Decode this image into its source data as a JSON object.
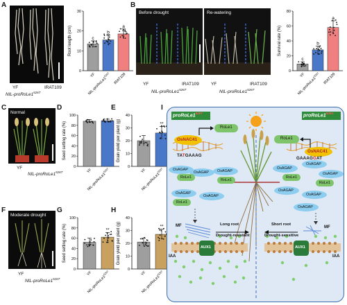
{
  "panels": {
    "a": "A",
    "b": "B",
    "c": "C",
    "d": "D",
    "e": "E",
    "f": "F",
    "g": "G",
    "h": "H",
    "i": "I"
  },
  "photos": {
    "before_drought": "Before drought",
    "re_watering": "Re-watering",
    "normal": "Normal",
    "moderate_drought": "Moderate drought"
  },
  "genotypes": {
    "yf": "YF",
    "nil": "NIL-proRoLe1",
    "nil_sup": "526T",
    "irat": "IRAT109"
  },
  "chart_data": [
    {
      "id": "root-length",
      "type": "bar",
      "ylabel": "Root length (cm)",
      "ylim": [
        0,
        30
      ],
      "yticks": [
        0,
        10,
        20,
        30
      ],
      "categories": [
        "YF",
        "NIL-proRoLe1 526T",
        "IRAT109"
      ],
      "values": [
        13.5,
        15.5,
        18.5
      ],
      "errors": [
        1.5,
        2.5,
        2.5
      ],
      "letters": [
        "c",
        "b",
        "a"
      ],
      "colors": [
        "#9e9e9e",
        "#4a78c8",
        "#f08080"
      ]
    },
    {
      "id": "survival-rate",
      "type": "bar",
      "ylabel": "Survival rate (%)",
      "ylim": [
        0,
        80
      ],
      "yticks": [
        0,
        20,
        40,
        60,
        80
      ],
      "categories": [
        "YF",
        "NIL-proRoLe1 526T",
        "IRAT109"
      ],
      "values": [
        9,
        28,
        58
      ],
      "errors": [
        3,
        5,
        9
      ],
      "letters": [
        "c",
        "b",
        "a"
      ],
      "colors": [
        "#9e9e9e",
        "#4a78c8",
        "#f08080"
      ]
    },
    {
      "id": "seed-setting-normal",
      "type": "bar",
      "ylabel": "Seed setting rate (%)",
      "ylim": [
        0,
        100
      ],
      "yticks": [
        0,
        20,
        40,
        60,
        80,
        100
      ],
      "categories": [
        "YF",
        "NIL-proRoLe1 526T"
      ],
      "values": [
        88,
        89
      ],
      "errors": [
        3,
        3
      ],
      "letters": [
        "",
        ""
      ],
      "colors": [
        "#9e9e9e",
        "#4a78c8"
      ]
    },
    {
      "id": "grain-yield-normal",
      "type": "bar",
      "ylabel": "Grain yield per plant (g)",
      "ylim": [
        0,
        40
      ],
      "yticks": [
        0,
        10,
        20,
        30,
        40
      ],
      "categories": [
        "YF",
        "NIL-proRoLe1 526T"
      ],
      "values": [
        20,
        26
      ],
      "errors": [
        4,
        5
      ],
      "letters": [
        "",
        "**"
      ],
      "colors": [
        "#9e9e9e",
        "#4a78c8"
      ]
    },
    {
      "id": "seed-setting-drought",
      "type": "bar",
      "ylabel": "Seed setting rate (%)",
      "ylim": [
        0,
        100
      ],
      "yticks": [
        0,
        20,
        40,
        60,
        80,
        100
      ],
      "categories": [
        "YF",
        "NIL-proRoLe1 526T"
      ],
      "values": [
        52,
        62
      ],
      "errors": [
        8,
        9
      ],
      "letters": [
        "",
        "**"
      ],
      "colors": [
        "#9e9e9e",
        "#c8a060"
      ]
    },
    {
      "id": "grain-yield-drought",
      "type": "bar",
      "ylabel": "Grain yield per plant (g)",
      "ylim": [
        0,
        40
      ],
      "yticks": [
        0,
        10,
        20,
        30,
        40
      ],
      "categories": [
        "YF",
        "NIL-proRoLe1 526T"
      ],
      "values": [
        21,
        27
      ],
      "errors": [
        3,
        4
      ],
      "letters": [
        "",
        "**"
      ],
      "colors": [
        "#9e9e9e",
        "#c8a060"
      ]
    }
  ],
  "model": {
    "promoter_left": "proRoLe1",
    "promoter_left_sup": "526T",
    "promoter_right": "proRoLe1",
    "promoter_right_sup": "526G",
    "tf": "OsNAC41",
    "gene": "RoLe1",
    "motif_left_a": "TA",
    "motif_left_b": "T",
    "motif_left_c": "GAAAG",
    "motif_right_a": "GAAAG",
    "motif_right_b": "G",
    "motif_right_c": "AT",
    "agap": "OsAGAP",
    "mf": "MF",
    "aux1": "AUX1",
    "iaa": "IAA",
    "left_outcome_1": "Long root",
    "left_outcome_2": "Drought-resistant",
    "right_outcome_1": "Short root",
    "right_outcome_2": "Drought-sensitive",
    "colors": {
      "frame_bg": "#dfe9f5",
      "frame_border": "#3c6bb0",
      "tf": "#f2c200",
      "gene": "#7ec46a",
      "agap": "#8ccdf0",
      "iaa": "#7fcf6a",
      "aux1": "#2a7a3a",
      "promoter": "#2e8b3a"
    }
  }
}
